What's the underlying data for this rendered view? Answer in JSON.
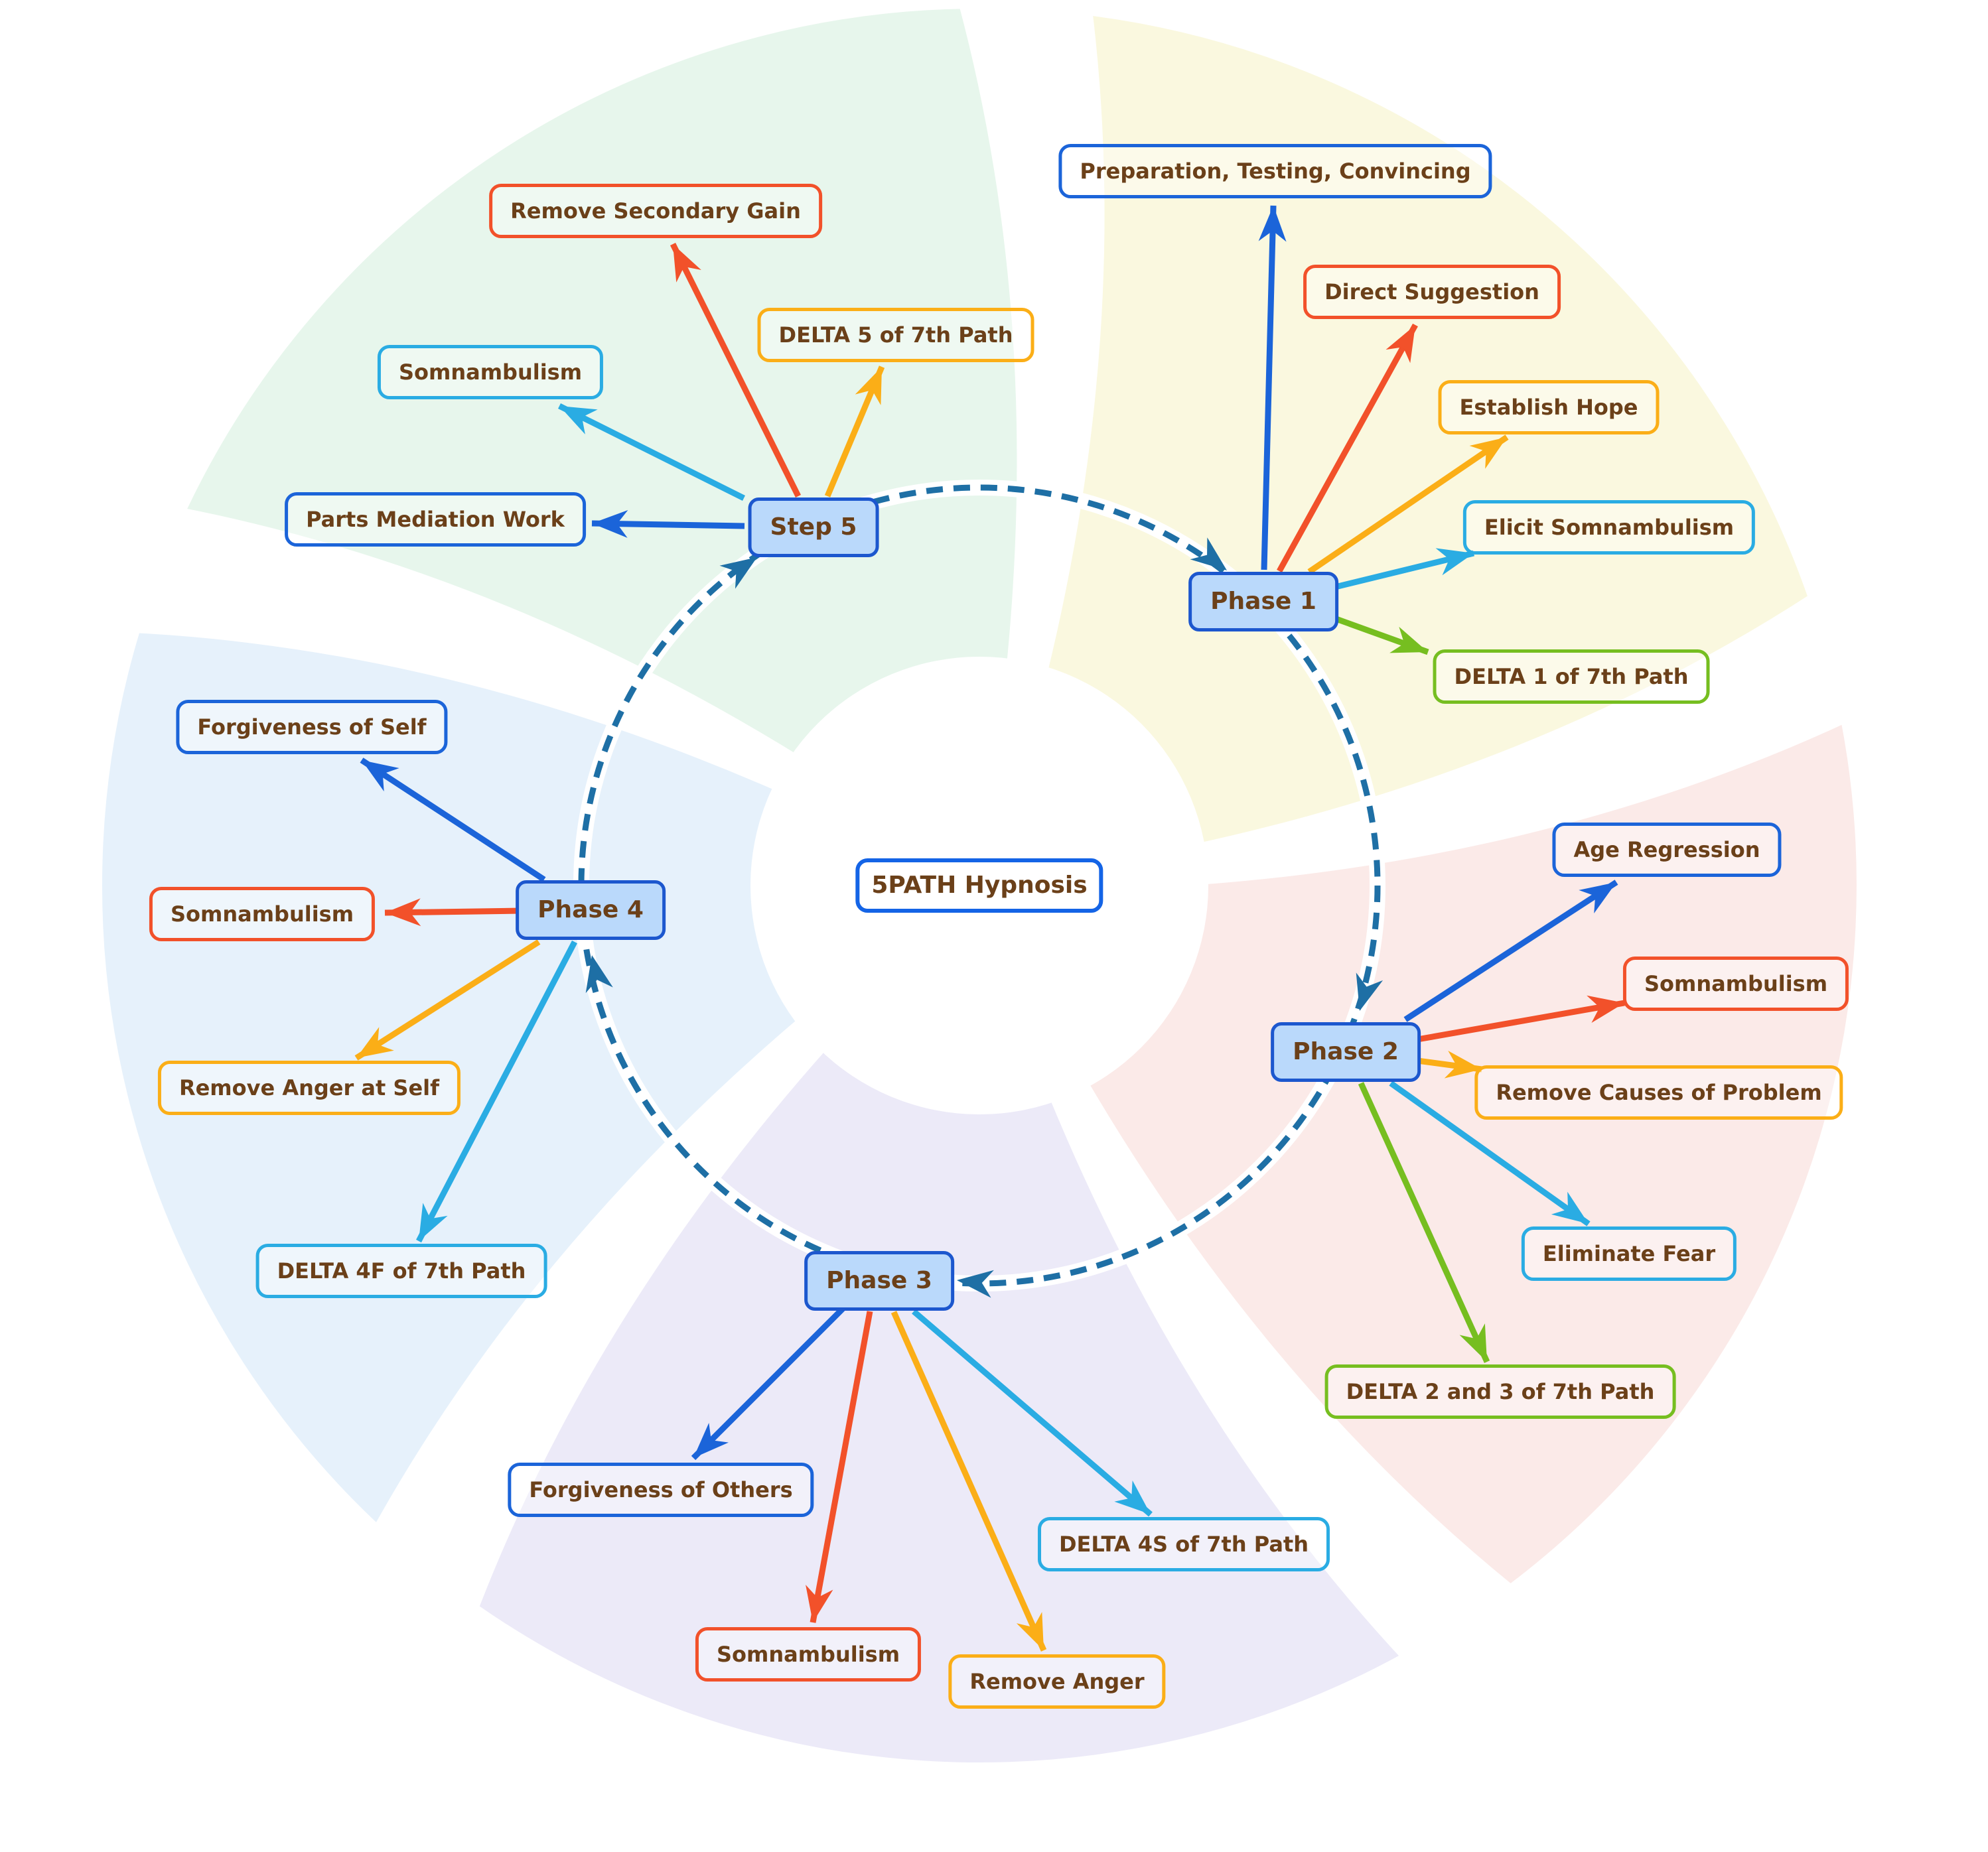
{
  "title": "5PATH Hypnosis",
  "center": {
    "label": "5PATH Hypnosis"
  },
  "cycle": {
    "direction": "clockwise",
    "sequence": [
      "Phase 1",
      "Phase 2",
      "Phase 3",
      "Phase 4",
      "Step 5"
    ]
  },
  "palette": {
    "node_fill": "#BAD9FB",
    "node_border": "#1C57CE",
    "center_border": "#1464E6",
    "text_brown": "#6B4019",
    "cycle_dash": "#1E6FA5",
    "category_blue": "#1B64D9",
    "category_red": "#F2512A",
    "category_amber": "#FBAE17",
    "category_cyan": "#2AACE3",
    "category_green": "#76BE20",
    "wedge_yellow": "#FAF8DF",
    "wedge_pink": "#FBEAE8",
    "wedge_lavender": "#ECEAF8",
    "wedge_blue": "#E6F1FB",
    "wedge_green": "#E7F6EC"
  },
  "nodes": {
    "phase1": {
      "label": "Phase 1",
      "items": [
        {
          "label": "Preparation, Testing, Convincing",
          "color": "#1B64D9"
        },
        {
          "label": "Direct Suggestion",
          "color": "#F2512A"
        },
        {
          "label": "Establish Hope",
          "color": "#FBAE17"
        },
        {
          "label": "Elicit Somnambulism",
          "color": "#2AACE3"
        },
        {
          "label": "DELTA 1 of 7th Path",
          "color": "#76BE20"
        }
      ]
    },
    "phase2": {
      "label": "Phase 2",
      "items": [
        {
          "label": "Age Regression",
          "color": "#1B64D9"
        },
        {
          "label": "Somnambulism",
          "color": "#F2512A"
        },
        {
          "label": "Remove Causes of Problem",
          "color": "#FBAE17"
        },
        {
          "label": "Eliminate Fear",
          "color": "#2AACE3"
        },
        {
          "label": "DELTA 2 and 3 of 7th Path",
          "color": "#76BE20"
        }
      ]
    },
    "phase3": {
      "label": "Phase 3",
      "items": [
        {
          "label": "Forgiveness of Others",
          "color": "#1B64D9"
        },
        {
          "label": "Somnambulism",
          "color": "#F2512A"
        },
        {
          "label": "Remove Anger",
          "color": "#FBAE17"
        },
        {
          "label": "DELTA 4S of 7th Path",
          "color": "#2AACE3"
        }
      ]
    },
    "phase4": {
      "label": "Phase 4",
      "items": [
        {
          "label": "Forgiveness of Self",
          "color": "#1B64D9"
        },
        {
          "label": "Somnambulism",
          "color": "#F2512A"
        },
        {
          "label": "Remove Anger at Self",
          "color": "#FBAE17"
        },
        {
          "label": "DELTA 4F of 7th Path",
          "color": "#2AACE3"
        }
      ]
    },
    "step5": {
      "label": "Step 5",
      "items": [
        {
          "label": "Parts Mediation Work",
          "color": "#1B64D9"
        },
        {
          "label": "Remove Secondary Gain",
          "color": "#F2512A"
        },
        {
          "label": "DELTA 5 of 7th Path",
          "color": "#FBAE17"
        },
        {
          "label": "Somnambulism",
          "color": "#2AACE3"
        }
      ]
    }
  }
}
